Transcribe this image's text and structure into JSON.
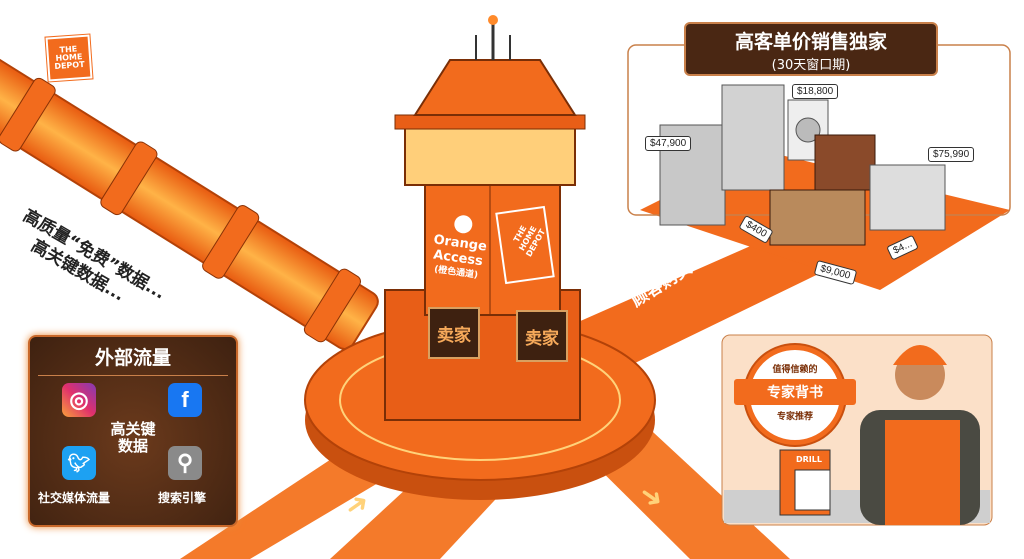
{
  "logo": {
    "brand": "THE HOME DEPOT"
  },
  "pipe": {
    "line1": "高质量“免费”数据...",
    "line2": "高关键数据..."
  },
  "tower": {
    "brand_label_line1": "Orange",
    "brand_label_line2": "Access",
    "brand_label_line3": "(橙色通道)",
    "seller_sign_left": "卖家",
    "seller_sign_right": "卖家",
    "logo": "THE HOME DEPOT"
  },
  "road": {
    "customer_purchase": "顾客购买"
  },
  "sales_panel": {
    "title": "高客单价销售独家",
    "subtitle": "(30天窗口期)",
    "price_tags": [
      "$18,800",
      "$47,900",
      "$75,990",
      "$400",
      "$9,000",
      "$4..."
    ]
  },
  "traffic_panel": {
    "title": "外部流量",
    "center_label_line1": "高关键",
    "center_label_line2": "数据",
    "social_label": "社交媒体流量",
    "search_label": "搜索引擎",
    "icons": [
      "instagram-icon",
      "facebook-icon",
      "twitter-icon",
      "search-icon"
    ]
  },
  "expert_panel": {
    "badge_top": "值得信赖的",
    "badge_main": "专家背书",
    "badge_bottom": "专家推荐",
    "product_box": "DRILL"
  },
  "colors": {
    "orange": "#f26b1d",
    "brown": "#4a2713",
    "peach": "#fbe0c8"
  }
}
